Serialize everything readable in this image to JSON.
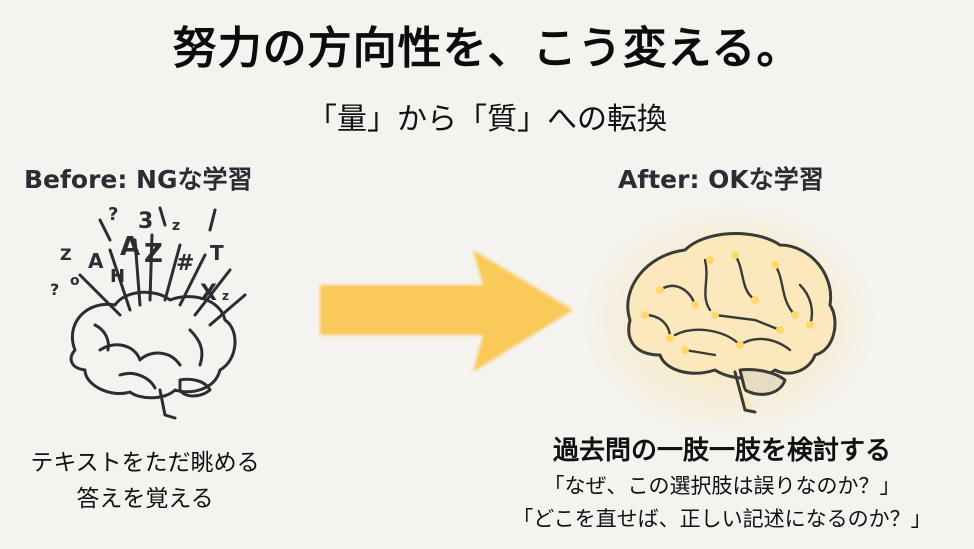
{
  "slide": {
    "title": "努力の方向性を、こう変える。",
    "subtitle": "「量」から「質」への転換"
  },
  "before": {
    "heading": "Before: NGな学習",
    "illustration": "chaotic-brain-icon",
    "lines": [
      "テキストをただ眺める",
      "答えを覚える"
    ]
  },
  "arrow": {
    "icon": "arrow-right-icon",
    "color": "#f9c95a"
  },
  "after": {
    "heading": "After: OKな学習",
    "illustration": "glowing-brain-icon",
    "main": "過去問の一肢一肢を検討する",
    "questions": [
      "「なぜ、この選択肢は誤りなのか？」",
      "「どこを直せば、正しい記述になるのか？」"
    ],
    "glow_color": "#ffd778"
  },
  "colors": {
    "background": "#f4f3ef",
    "text": "#111111",
    "heading": "#2a2d33"
  }
}
